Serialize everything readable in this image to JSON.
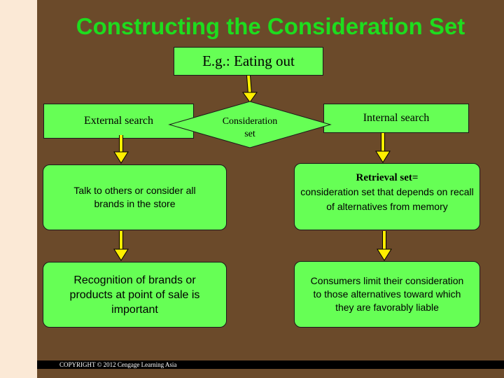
{
  "title": "Constructing the Consideration Set",
  "top_box": "E.g.: Eating out",
  "external_search": "External search",
  "consideration_set_line1": "Consideration",
  "consideration_set_line2": "set",
  "internal_search": "Internal search",
  "talk_to_others": "Talk to others or consider all brands in the store",
  "retrieval_title": "Retrieval set=",
  "retrieval_body": "consideration set that depends on recall of alternatives from memory",
  "recognition": "Recognition of brands or products at point of sale is important",
  "consumers_limit": "Consumers limit their consideration to those alternatives toward which they are favorably liable",
  "copyright": "COPYRIGHT © 2012 Cengage Learning Asia",
  "colors": {
    "background": "#6b4a2a",
    "box_fill": "#66ff55",
    "title": "#1edc1e",
    "arrow": "#ffee00"
  }
}
